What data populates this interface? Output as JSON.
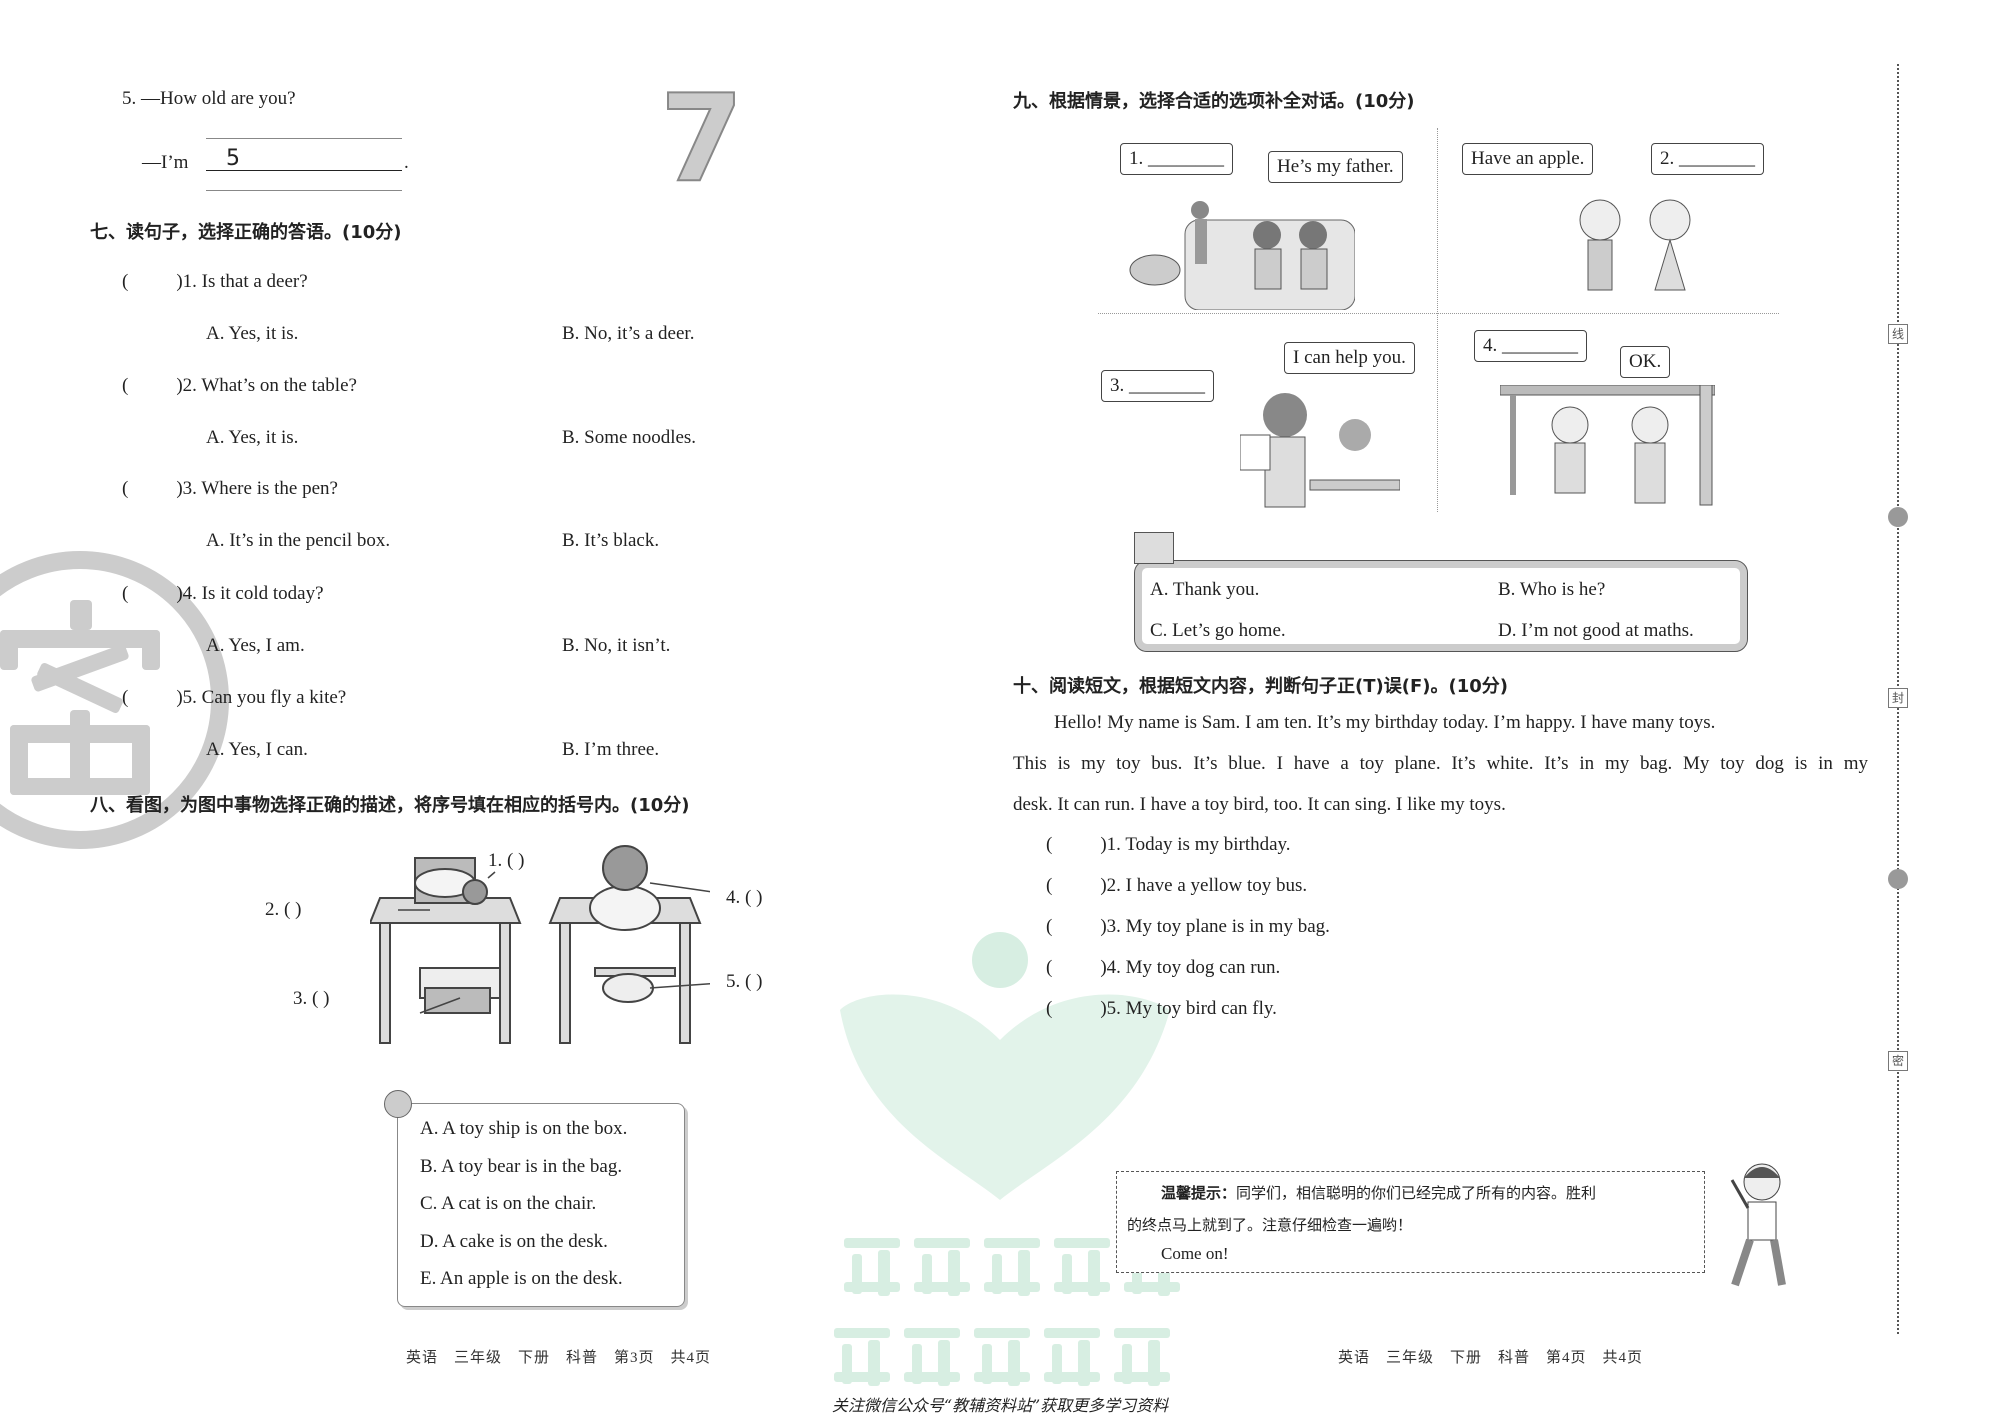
{
  "left_page": {
    "q5": {
      "question": "5. —How old are you?",
      "answer_prefix": "—I’m",
      "handwritten_answer": "5",
      "answer_suffix": "."
    },
    "big_number": "7",
    "section7": {
      "heading": "七、读句子，选择正确的答语。(10分)",
      "items": [
        {
          "paren": "(",
          "paren_close": ")",
          "q": "1. Is that a deer?",
          "a": "A. Yes, it is.",
          "b": "B. No, it’s a deer."
        },
        {
          "paren": "(",
          "paren_close": ")",
          "q": "2. What’s on the table?",
          "a": "A. Yes, it is.",
          "b": "B. Some noodles."
        },
        {
          "paren": "(",
          "paren_close": ")",
          "q": "3. Where is the pen?",
          "a": "A. It’s in the pencil box.",
          "b": "B. It’s black."
        },
        {
          "paren": "(",
          "paren_close": ")",
          "q": "4. Is it cold today?",
          "a": "A. Yes, I am.",
          "b": "B. No, it isn’t."
        },
        {
          "paren": "(",
          "paren_close": ")",
          "q": "5. Can you fly a kite?",
          "a": "A. Yes, I can.",
          "b": "B. I’m three."
        }
      ]
    },
    "section8": {
      "heading": "八、看图，为图中事物选择正确的描述，将序号填在相应的括号内。(10分)",
      "labels": [
        "1. (      )",
        "2. (      )",
        "3. (      )",
        "4. (      )",
        "5. (      )"
      ],
      "options": [
        "A. A toy ship is on the box.",
        "B. A toy bear is in the bag.",
        "C. A cat is on the chair.",
        "D. A cake is on the desk.",
        "E. An apple is on the desk."
      ]
    },
    "footer": "英语　三年级　下册　科普　第3页　共4页",
    "seal_char": "密"
  },
  "right_page": {
    "section9": {
      "heading": "九、根据情景，选择合适的选项补全对话。(10分)",
      "bubbles": {
        "b1": "1. ________",
        "b1_reply": "He’s my father.",
        "b2_prompt": "Have an apple.",
        "b2": "2. ________",
        "b3_prompt": "I can help you.",
        "b3": "3. ________",
        "b4": "4. ________",
        "b4_reply": "OK."
      },
      "options": [
        "A. Thank you.",
        "B. Who is he?",
        "C. Let’s go home.",
        "D. I’m not good at maths."
      ]
    },
    "section10": {
      "heading": "十、阅读短文，根据短文内容，判断句子正(T)误(F)。(10分)",
      "passage": [
        "Hello!  My name is Sam. I am ten. It’s my birthday today. I’m happy. I have many toys.",
        "This is my toy bus. It’s blue. I have a toy plane. It’s white. It’s in my bag. My toy dog is in my",
        "desk. It can run. I have a toy bird, too. It can sing. I like my toys."
      ],
      "items": [
        {
          "paren": "(",
          "paren_close": ")",
          "q": "1. Today is my birthday."
        },
        {
          "paren": "(",
          "paren_close": ")",
          "q": "2. I have a yellow toy bus."
        },
        {
          "paren": "(",
          "paren_close": ")",
          "q": "3. My toy plane is in my bag."
        },
        {
          "paren": "(",
          "paren_close": ")",
          "q": "4. My toy dog can run."
        },
        {
          "paren": "(",
          "paren_close": ")",
          "q": "5. My toy bird can fly."
        }
      ]
    },
    "tip": {
      "title": "温馨提示：",
      "line1": "同学们，相信聪明的你们已经完成了所有的内容。胜利",
      "line2": "的终点马上就到了。注意仔细检查一遍哟！",
      "line3": "Come on!"
    },
    "footer": "英语　三年级　下册　科普　第4页　共4页"
  },
  "margin_labels": [
    "线",
    "封",
    "密"
  ],
  "watermark": {
    "line1": "微信公众号",
    "line2": "教辅资料站",
    "color": "#d7eee2"
  },
  "bottom_note": "关注微信公众号“教辅资料站”获取更多学习资料"
}
